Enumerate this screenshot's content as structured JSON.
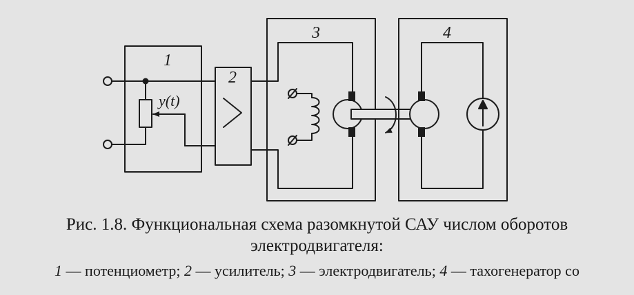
{
  "diagram": {
    "block_labels": [
      "1",
      "2",
      "3",
      "4"
    ],
    "signal_label": "y(t)"
  },
  "caption": {
    "line1": "Рис. 1.8. Функциональная схема разомкнутой САУ числом оборотов",
    "line2": "электродвигателя:"
  },
  "legend": [
    {
      "num": "1",
      "text": " — потенциометр; "
    },
    {
      "num": "2",
      "text": " — усилитель; "
    },
    {
      "num": "3",
      "text": " — электродвигатель; "
    },
    {
      "num": "4",
      "text": " — тахогенератор со"
    }
  ]
}
